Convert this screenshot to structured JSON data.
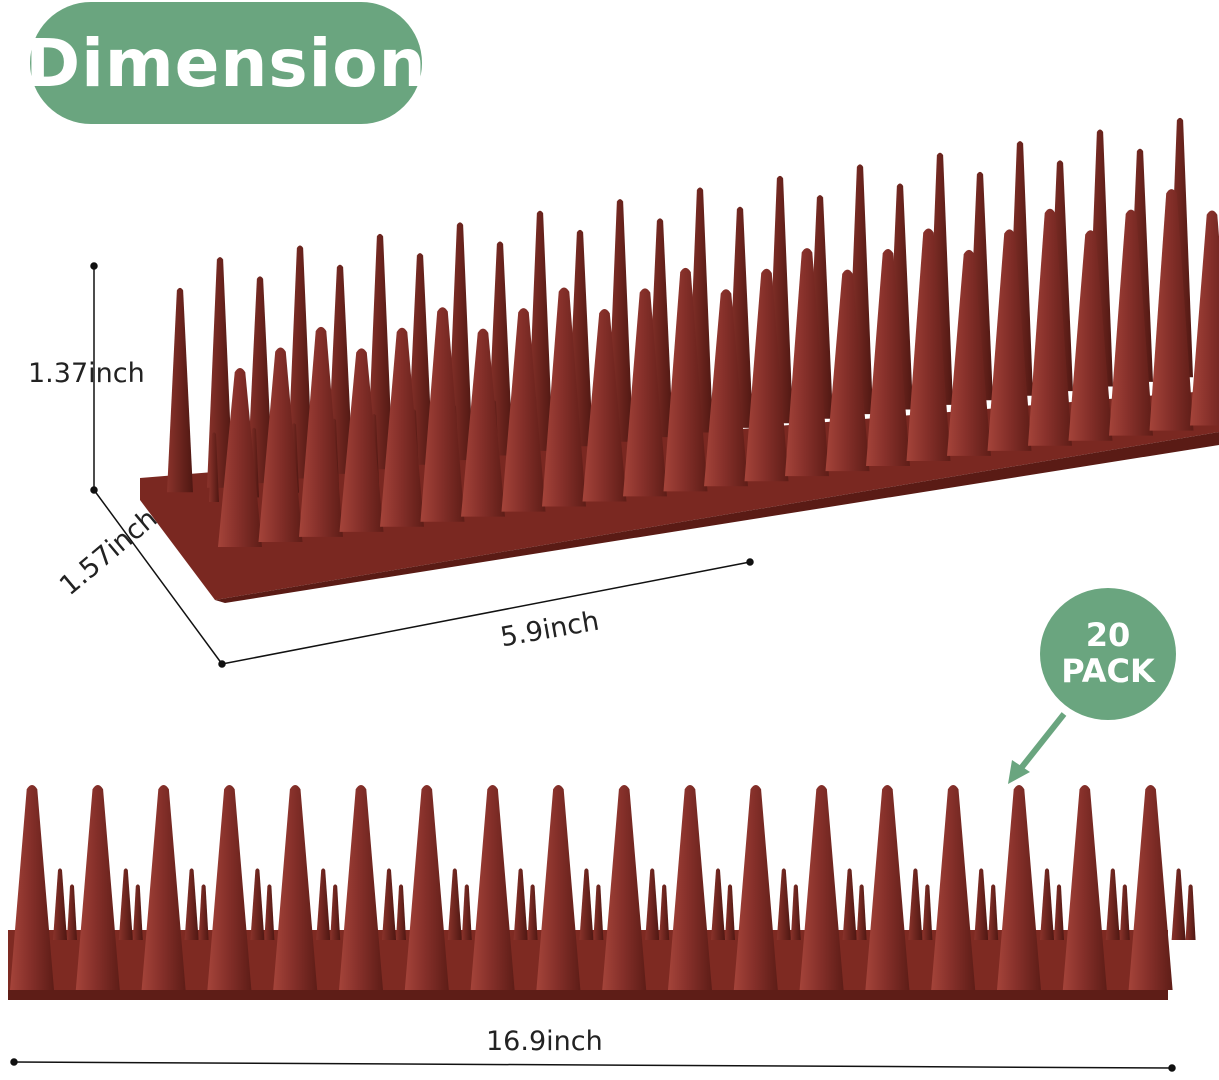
{
  "title": "Dimension",
  "dimensions": {
    "height": "1.37inch",
    "width": "1.57inch",
    "segment_length": "5.9inch",
    "total_length": "16.9inch"
  },
  "pack_badge": {
    "count": "20",
    "unit": "PACK"
  },
  "colors": {
    "accent": "#6aa57f",
    "spike_base": "#7e2a22",
    "spike_light": "#9a3a2f",
    "spike_dark": "#5e1d17",
    "dimension_line": "#111111"
  },
  "icons": [
    "pointer-arrow-icon",
    "dimension-endpoint-dot-icon"
  ]
}
